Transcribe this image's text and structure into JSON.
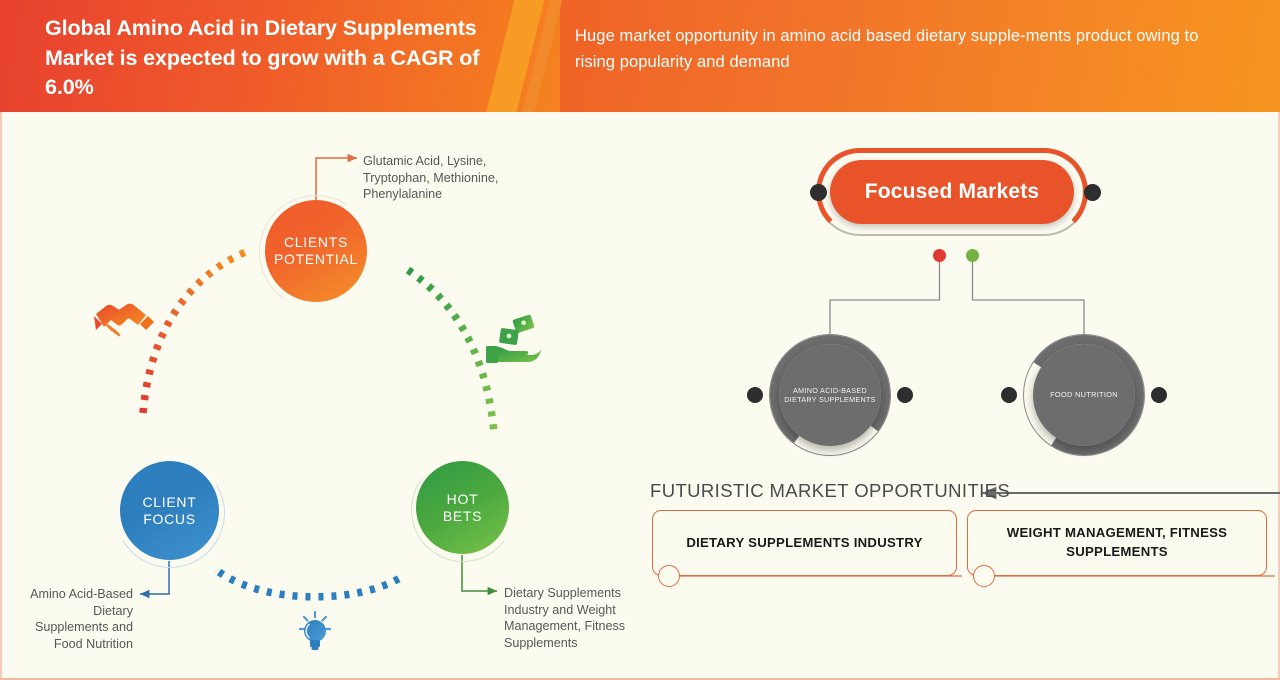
{
  "header": {
    "title": "Global Amino Acid in Dietary Supplements Market is expected to grow with a CAGR of  6.0%",
    "subtitle": "Huge market opportunity in amino acid based dietary supple-ments  product owing to rising popularity and demand",
    "colors": {
      "left_start": "#E8412F",
      "left_end": "#F58220",
      "right_start": "#EF6026",
      "right_end": "#F79520",
      "slash": "#F79B24"
    }
  },
  "left_cluster": {
    "clients_potential": {
      "node_label_line1": "CLIENTS",
      "node_label_line2": "POTENTIAL",
      "callout": "Glutamic Acid, Lysine, Tryptophan, Methionine, Phenylalanine",
      "color": "#EF5B2B"
    },
    "client_focus": {
      "node_label_line1": "CLIENT",
      "node_label_line2": "FOCUS",
      "callout": "Amino Acid-Based Dietary Supplements and Food Nutrition",
      "color": "#2C7EBF"
    },
    "hot_bets": {
      "node_label_line1": "HOT",
      "node_label_line2": "BETS",
      "callout": "Dietary Supplements Industry and Weight Management, Fitness Supplements",
      "color": "#2E9B45"
    },
    "icons": [
      {
        "name": "handshake-icon",
        "color": "#EF6C2C"
      },
      {
        "name": "money-in-hand-icon",
        "color": "#4BAF4A"
      },
      {
        "name": "lightbulb-icon",
        "color": "#3184C4"
      }
    ]
  },
  "right_cluster": {
    "capsule_label": "Focused Markets",
    "capsule_color": "#E8532A",
    "connector_dots": [
      {
        "name": "red-connector-dot",
        "color": "#E03A32"
      },
      {
        "name": "green-connector-dot",
        "color": "#74B343"
      }
    ],
    "market_nodes": [
      {
        "label": "AMINO ACID-BASED DIETARY SUPPLEMENTS",
        "color": "#6D6D6D"
      },
      {
        "label": "FOOD NUTRITION",
        "color": "#6D6D6D"
      }
    ]
  },
  "futuristic": {
    "section_title": "FUTURISTIC MARKET OPPORTUNITIES",
    "boxes": [
      {
        "label": "DIETARY SUPPLEMENTS INDUSTRY"
      },
      {
        "label": "WEIGHT MANAGEMENT, FITNESS  SUPPLEMENTS"
      }
    ],
    "accent_color": "#E06B3E"
  }
}
